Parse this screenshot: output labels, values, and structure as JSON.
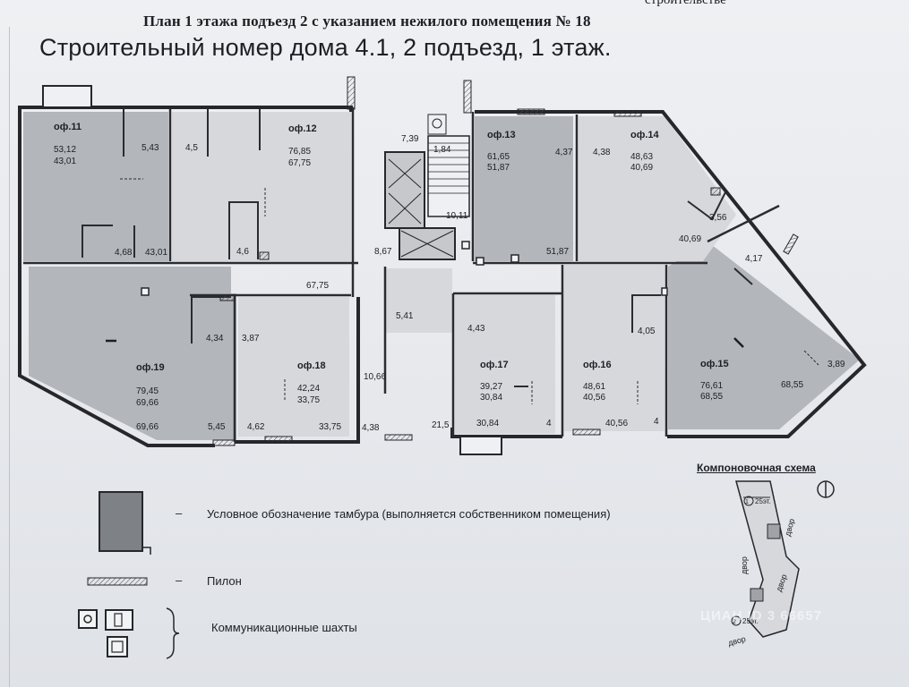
{
  "header": {
    "title_top": "План 1 этажа подъезд 2 с указанием нежилого помещения № 18",
    "title_main": "Строительный номер дома 4.1, 2 подъезд, 1 этаж.",
    "top_cut": "строительстве"
  },
  "rooms": [
    {
      "name": "оф.11",
      "total": "53,12",
      "area": "43,01"
    },
    {
      "name": "оф.12",
      "total": "76,85",
      "area": "67,75"
    },
    {
      "name": "оф.13",
      "total": "61,65",
      "area": "51,87"
    },
    {
      "name": "оф.14",
      "total": "48,63",
      "area": "40,69"
    },
    {
      "name": "оф.15",
      "total": "76,61",
      "area": "68,55"
    },
    {
      "name": "оф.16",
      "total": "48,61",
      "area": "40,56"
    },
    {
      "name": "оф.17",
      "total": "39,27",
      "area": "30,84"
    },
    {
      "name": "оф.18",
      "total": "42,24",
      "area": "33,75"
    },
    {
      "name": "оф.19",
      "total": "79,45",
      "area": "69,66"
    }
  ],
  "dims": [
    "5,43",
    "4,5",
    "4,68",
    "43,01",
    "4,6",
    "67,75",
    "7,39",
    "1,84",
    "10,11",
    "8,67",
    "5,41",
    "10,66",
    "4,38",
    "21,5",
    "4,37",
    "4,38",
    "51,87",
    "3,56",
    "40,69",
    "4,17",
    "4,43",
    "4,05",
    "3,89",
    "68,55",
    "30,84",
    "4",
    "40,56",
    "4",
    "4,34",
    "3,87",
    "69,66",
    "5,45",
    "4,62",
    "33,75"
  ],
  "legend": {
    "tambour": "Условное обозначение тамбура (выполняется собственником помещения)",
    "pylon": "Пилон",
    "shafts": "Коммуникационные шахты",
    "dash": "–"
  },
  "schema": {
    "title": "Компоновочная схема",
    "yard": "двор",
    "sec1": "25эт.",
    "sec2": "25эт.",
    "n1": "1",
    "n2": "2"
  },
  "watermark": "ЦИАН  ID 3  66657"
}
